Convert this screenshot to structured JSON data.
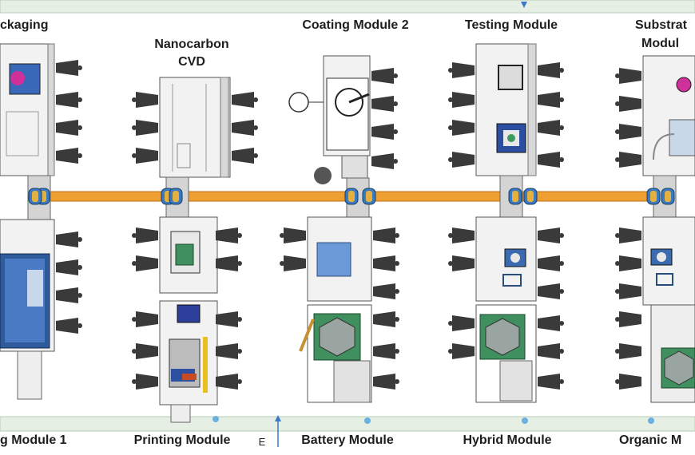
{
  "top_labels": {
    "packaging": "ckaging",
    "nanocarbon_line1": "Nanocarbon",
    "nanocarbon_line2": "CVD",
    "coating": "Coating Module 2",
    "testing": "Testing Module",
    "substrate_line1": "Substrat",
    "substrate_line2": "Modul"
  },
  "bottom_labels": {
    "module1": "g Module 1",
    "printing": "Printing Module",
    "stray": "E",
    "battery": "Battery Module",
    "hybrid": "Hybrid Module",
    "organic": "Organic M"
  },
  "colors": {
    "transfer_line": "#f0a030",
    "frame": "#dfe8df",
    "module_body": "#f2f2f2",
    "accent_blue": "#3a68b8",
    "accent_green": "#3f8f5f"
  }
}
